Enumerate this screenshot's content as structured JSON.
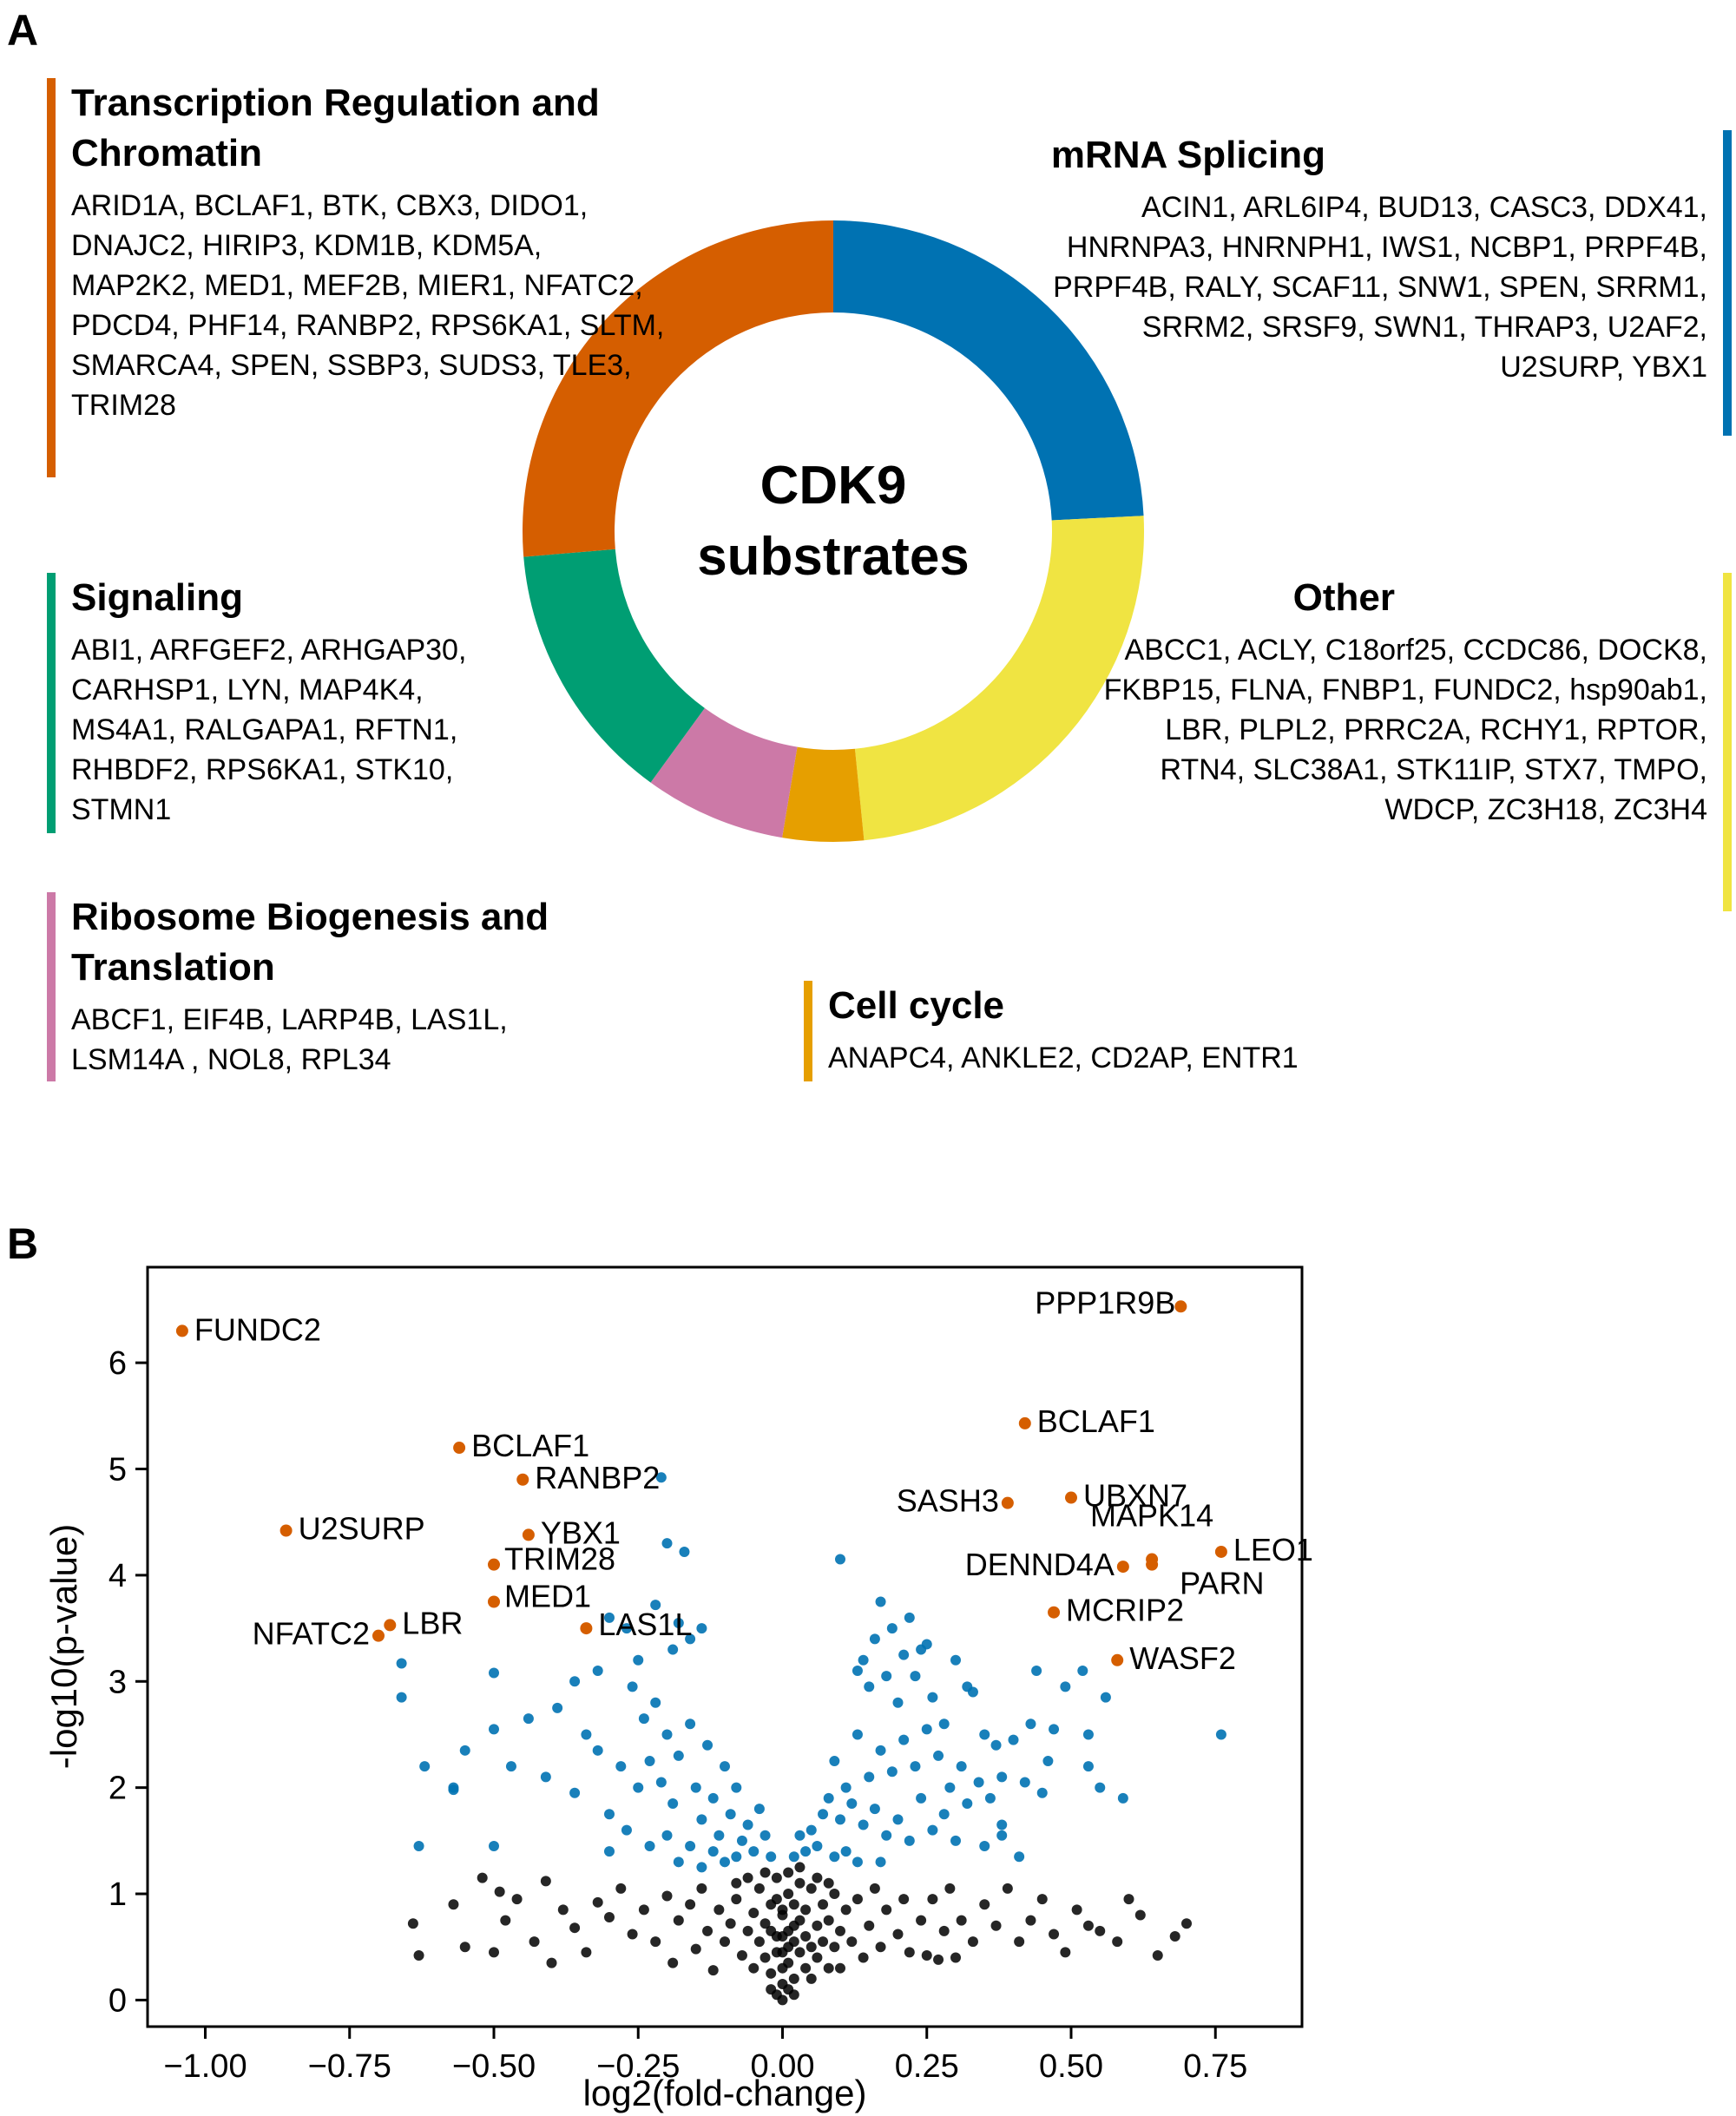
{
  "panel_a": {
    "letter": "A",
    "center_label_line1": "CDK9",
    "center_label_line2": "substrates",
    "categories": [
      {
        "id": "transcription",
        "title": "Transcription Regulation and Chromatin",
        "color": "#D55E00",
        "genes": "ARID1A, BCLAF1, BTK, CBX3, DIDO1, DNAJC2, HIRIP3, KDM1B, KDM5A, MAP2K2, MED1, MEF2B, MIER1, NFATC2, PDCD4, PHF14, RANBP2, RPS6KA1, SLTM, SMARCA4, SPEN, SSBP3, SUDS3, TLE3, TRIM28"
      },
      {
        "id": "splicing",
        "title": "mRNA Splicing",
        "color": "#0072B2",
        "genes": "ACIN1, ARL6IP4, BUD13, CASC3, DDX41, HNRNPA3, HNRNPH1, IWS1, NCBP1, PRPF4B, PRPF4B, RALY, SCAF11, SNW1, SPEN, SRRM1, SRRM2, SRSF9, SWN1, THRAP3, U2AF2, U2SURP, YBX1"
      },
      {
        "id": "signaling",
        "title": "Signaling",
        "color": "#009E73",
        "genes": "ABI1, ARFGEF2, ARHGAP30, CARHSP1, LYN, MAP4K4, MS4A1, RALGAPA1, RFTN1, RHBDF2, RPS6KA1, STK10, STMN1"
      },
      {
        "id": "other",
        "title": "Other",
        "color": "#F0E442",
        "genes": "ABCC1, ACLY, C18orf25, CCDC86, DOCK8, FKBP15, FLNA, FNBP1, FUNDC2, hsp90ab1, LBR, PLPL2, PRRC2A, RCHY1, RPTOR, RTN4, SLC38A1, STK11IP, STX7, TMPO, WDCP, ZC3H18, ZC3H4"
      },
      {
        "id": "ribosome",
        "title": "Ribosome Biogenesis and Translation",
        "color": "#CC79A7",
        "genes": "ABCF1, EIF4B, LARP4B, LAS1L, LSM14A , NOL8, RPL34"
      },
      {
        "id": "cellcycle",
        "title": "Cell cycle",
        "color": "#E69F00",
        "genes": "ANAPC4, ANKLE2, CD2AP, ENTR1"
      }
    ]
  },
  "panel_b": {
    "letter": "B"
  },
  "chart_data": [
    {
      "type": "pie",
      "title": "CDK9 substrates",
      "slices": [
        {
          "label": "mRNA Splicing",
          "value": 23,
          "color": "#0072B2"
        },
        {
          "label": "Other",
          "value": 23,
          "color": "#F0E442"
        },
        {
          "label": "Cell cycle",
          "value": 4,
          "color": "#E69F00"
        },
        {
          "label": "Ribosome Biogenesis and Translation",
          "value": 7,
          "color": "#CC79A7"
        },
        {
          "label": "Signaling",
          "value": 13,
          "color": "#009E73"
        },
        {
          "label": "Transcription Regulation and Chromatin",
          "value": 25,
          "color": "#D55E00"
        }
      ]
    },
    {
      "type": "scatter",
      "xlabel": "log2(fold-change)",
      "ylabel": "-log10(p-value)",
      "xlim": [
        -1.1,
        0.9
      ],
      "ylim": [
        -0.25,
        6.9
      ],
      "xticks": [
        "−1.00",
        "−0.75",
        "−0.50",
        "−0.25",
        "0.00",
        "0.25",
        "0.50",
        "0.75"
      ],
      "xtick_values": [
        -1.0,
        -0.75,
        -0.5,
        -0.25,
        0.0,
        0.25,
        0.5,
        0.75
      ],
      "yticks": [
        "0",
        "1",
        "2",
        "3",
        "4",
        "5",
        "6"
      ],
      "yvalues": [
        0,
        1,
        2,
        3,
        4,
        5,
        6
      ],
      "colors": {
        "labeled": "#D55E00",
        "significant": "#0072B2",
        "ns": "#000000"
      },
      "labeled_points": [
        {
          "label": "FUNDC2",
          "x": -1.04,
          "y": 6.3
        },
        {
          "label": "PPP1R9B",
          "x": 0.69,
          "y": 6.53
        },
        {
          "label": "BCLAF1",
          "x": -0.56,
          "y": 5.2
        },
        {
          "label": "BCLAF1",
          "x": 0.42,
          "y": 5.43
        },
        {
          "label": "RANBP2",
          "x": -0.45,
          "y": 4.9
        },
        {
          "label": "U2SURP",
          "x": -0.86,
          "y": 4.42
        },
        {
          "label": "YBX1",
          "x": -0.44,
          "y": 4.38
        },
        {
          "label": "TRIM28",
          "x": -0.5,
          "y": 4.1
        },
        {
          "label": "MED1",
          "x": -0.5,
          "y": 3.75
        },
        {
          "label": "LAS1L",
          "x": -0.34,
          "y": 3.5
        },
        {
          "label": "NFATC2",
          "x": -0.7,
          "y": 3.43
        },
        {
          "label": "LBR",
          "x": -0.68,
          "y": 3.53
        },
        {
          "label": "SASH3",
          "x": 0.39,
          "y": 4.68
        },
        {
          "label": "UBXN7",
          "x": 0.5,
          "y": 4.73
        },
        {
          "label": "MAPK14",
          "x": 0.64,
          "y": 4.15
        },
        {
          "label": "DENND4A",
          "x": 0.59,
          "y": 4.08
        },
        {
          "label": "PARN",
          "x": 0.64,
          "y": 4.1
        },
        {
          "label": "LEO1",
          "x": 0.76,
          "y": 4.22
        },
        {
          "label": "MCRIP2",
          "x": 0.47,
          "y": 3.65
        },
        {
          "label": "WASF2",
          "x": 0.58,
          "y": 3.2
        }
      ],
      "significant_points": [
        [
          -0.21,
          4.92
        ],
        [
          -0.2,
          4.3
        ],
        [
          -0.17,
          4.22
        ],
        [
          -0.22,
          3.72
        ],
        [
          -0.18,
          3.55
        ],
        [
          -0.14,
          3.5
        ],
        [
          -0.16,
          3.4
        ],
        [
          -0.19,
          3.3
        ],
        [
          -0.25,
          3.2
        ],
        [
          -0.27,
          3.5
        ],
        [
          -0.3,
          3.6
        ],
        [
          -0.32,
          3.1
        ],
        [
          -0.36,
          3.0
        ],
        [
          -0.39,
          2.75
        ],
        [
          -0.41,
          2.1
        ],
        [
          -0.44,
          2.65
        ],
        [
          -0.5,
          3.08
        ],
        [
          -0.5,
          2.55
        ],
        [
          -0.47,
          2.2
        ],
        [
          -0.55,
          2.35
        ],
        [
          -0.57,
          1.98
        ],
        [
          -0.62,
          2.2
        ],
        [
          -0.66,
          2.85
        ],
        [
          -0.66,
          3.17
        ],
        [
          -0.63,
          1.45
        ],
        [
          -0.5,
          1.45
        ],
        [
          -0.57,
          2.0
        ],
        [
          -0.26,
          2.95
        ],
        [
          -0.24,
          2.65
        ],
        [
          -0.22,
          2.8
        ],
        [
          -0.2,
          2.5
        ],
        [
          -0.23,
          2.25
        ],
        [
          -0.25,
          2.0
        ],
        [
          -0.28,
          2.2
        ],
        [
          -0.3,
          1.75
        ],
        [
          -0.27,
          1.6
        ],
        [
          -0.21,
          2.05
        ],
        [
          -0.19,
          1.85
        ],
        [
          -0.18,
          2.3
        ],
        [
          -0.16,
          2.6
        ],
        [
          -0.15,
          2.0
        ],
        [
          -0.14,
          1.7
        ],
        [
          -0.13,
          2.4
        ],
        [
          -0.12,
          1.9
        ],
        [
          -0.11,
          1.55
        ],
        [
          -0.1,
          2.2
        ],
        [
          -0.09,
          1.75
        ],
        [
          -0.08,
          2.0
        ],
        [
          -0.07,
          1.5
        ],
        [
          -0.06,
          1.65
        ],
        [
          -0.05,
          1.4
        ],
        [
          -0.04,
          1.8
        ],
        [
          -0.03,
          1.55
        ],
        [
          -0.02,
          1.35
        ],
        [
          -0.12,
          1.4
        ],
        [
          -0.16,
          1.45
        ],
        [
          -0.2,
          1.55
        ],
        [
          -0.23,
          1.45
        ],
        [
          -0.08,
          1.35
        ],
        [
          -0.1,
          1.3
        ],
        [
          -0.14,
          1.25
        ],
        [
          -0.18,
          1.3
        ],
        [
          -0.3,
          1.4
        ],
        [
          -0.34,
          2.5
        ],
        [
          -0.36,
          1.95
        ],
        [
          -0.32,
          2.35
        ],
        [
          0.1,
          4.15
        ],
        [
          0.17,
          3.75
        ],
        [
          0.19,
          3.5
        ],
        [
          0.22,
          3.6
        ],
        [
          0.24,
          3.3
        ],
        [
          0.16,
          3.4
        ],
        [
          0.14,
          3.2
        ],
        [
          0.15,
          2.95
        ],
        [
          0.13,
          3.1
        ],
        [
          0.18,
          3.05
        ],
        [
          0.2,
          2.8
        ],
        [
          0.21,
          3.25
        ],
        [
          0.23,
          3.05
        ],
        [
          0.25,
          3.35
        ],
        [
          0.26,
          2.85
        ],
        [
          0.28,
          2.6
        ],
        [
          0.3,
          3.2
        ],
        [
          0.32,
          2.95
        ],
        [
          0.33,
          2.9
        ],
        [
          0.35,
          2.5
        ],
        [
          0.37,
          2.4
        ],
        [
          0.38,
          2.1
        ],
        [
          0.34,
          2.05
        ],
        [
          0.31,
          2.2
        ],
        [
          0.29,
          2.0
        ],
        [
          0.27,
          2.3
        ],
        [
          0.25,
          2.55
        ],
        [
          0.23,
          2.2
        ],
        [
          0.21,
          2.45
        ],
        [
          0.19,
          2.15
        ],
        [
          0.17,
          2.35
        ],
        [
          0.15,
          2.1
        ],
        [
          0.13,
          2.5
        ],
        [
          0.11,
          2.0
        ],
        [
          0.09,
          2.25
        ],
        [
          0.08,
          1.9
        ],
        [
          0.1,
          1.7
        ],
        [
          0.12,
          1.85
        ],
        [
          0.14,
          1.65
        ],
        [
          0.16,
          1.8
        ],
        [
          0.18,
          1.55
        ],
        [
          0.2,
          1.7
        ],
        [
          0.22,
          1.5
        ],
        [
          0.24,
          1.9
        ],
        [
          0.26,
          1.6
        ],
        [
          0.28,
          1.75
        ],
        [
          0.3,
          1.5
        ],
        [
          0.32,
          1.85
        ],
        [
          0.35,
          1.45
        ],
        [
          0.38,
          1.65
        ],
        [
          0.05,
          1.6
        ],
        [
          0.06,
          1.45
        ],
        [
          0.07,
          1.75
        ],
        [
          0.04,
          1.4
        ],
        [
          0.03,
          1.55
        ],
        [
          0.02,
          1.35
        ],
        [
          0.09,
          1.35
        ],
        [
          0.11,
          1.4
        ],
        [
          0.13,
          1.3
        ],
        [
          0.17,
          1.3
        ],
        [
          0.4,
          2.45
        ],
        [
          0.43,
          2.6
        ],
        [
          0.44,
          3.1
        ],
        [
          0.47,
          2.55
        ],
        [
          0.49,
          2.95
        ],
        [
          0.52,
          3.1
        ],
        [
          0.53,
          2.5
        ],
        [
          0.56,
          2.85
        ],
        [
          0.46,
          2.25
        ],
        [
          0.42,
          2.05
        ],
        [
          0.59,
          1.9
        ],
        [
          0.53,
          2.2
        ],
        [
          0.38,
          1.55
        ],
        [
          0.41,
          1.35
        ],
        [
          0.76,
          2.5
        ],
        [
          0.55,
          2.0
        ],
        [
          0.45,
          1.95
        ],
        [
          0.36,
          1.9
        ]
      ],
      "ns_points": [
        [
          -0.64,
          0.72
        ],
        [
          -0.63,
          0.42
        ],
        [
          -0.52,
          1.15
        ],
        [
          -0.49,
          1.02
        ],
        [
          -0.46,
          0.95
        ],
        [
          -0.43,
          0.55
        ],
        [
          -0.41,
          1.12
        ],
        [
          -0.38,
          0.85
        ],
        [
          -0.36,
          0.68
        ],
        [
          -0.34,
          0.45
        ],
        [
          -0.32,
          0.92
        ],
        [
          -0.3,
          0.78
        ],
        [
          -0.28,
          1.05
        ],
        [
          -0.26,
          0.62
        ],
        [
          -0.24,
          0.85
        ],
        [
          -0.22,
          0.55
        ],
        [
          -0.2,
          0.98
        ],
        [
          -0.19,
          0.35
        ],
        [
          -0.18,
          0.75
        ],
        [
          -0.16,
          0.9
        ],
        [
          -0.15,
          0.48
        ],
        [
          -0.14,
          1.05
        ],
        [
          -0.13,
          0.65
        ],
        [
          -0.12,
          0.28
        ],
        [
          -0.11,
          0.85
        ],
        [
          -0.1,
          0.55
        ],
        [
          -0.09,
          0.72
        ],
        [
          -0.08,
          0.95
        ],
        [
          -0.07,
          0.42
        ],
        [
          -0.06,
          0.65
        ],
        [
          -0.05,
          0.82
        ],
        [
          -0.05,
          0.3
        ],
        [
          -0.04,
          0.55
        ],
        [
          -0.04,
          1.05
        ],
        [
          -0.03,
          0.72
        ],
        [
          -0.03,
          0.4
        ],
        [
          -0.02,
          0.9
        ],
        [
          -0.02,
          0.25
        ],
        [
          -0.01,
          0.6
        ],
        [
          -0.01,
          1.15
        ],
        [
          0.0,
          0.45
        ],
        [
          0.0,
          0.8
        ],
        [
          0.0,
          0.15
        ],
        [
          0.01,
          0.65
        ],
        [
          0.01,
          1.0
        ],
        [
          0.01,
          0.35
        ],
        [
          0.02,
          0.55
        ],
        [
          0.02,
          0.9
        ],
        [
          0.02,
          0.2
        ],
        [
          0.03,
          0.75
        ],
        [
          0.03,
          0.45
        ],
        [
          0.03,
          1.1
        ],
        [
          0.04,
          0.6
        ],
        [
          0.04,
          0.3
        ],
        [
          0.04,
          0.85
        ],
        [
          0.05,
          0.5
        ],
        [
          0.05,
          1.05
        ],
        [
          0.05,
          0.2
        ],
        [
          0.06,
          0.7
        ],
        [
          0.06,
          0.4
        ],
        [
          0.07,
          0.9
        ],
        [
          0.07,
          0.55
        ],
        [
          0.08,
          0.3
        ],
        [
          0.08,
          0.75
        ],
        [
          0.09,
          1.0
        ],
        [
          0.09,
          0.5
        ],
        [
          0.1,
          0.65
        ],
        [
          0.1,
          0.3
        ],
        [
          0.11,
          0.85
        ],
        [
          0.12,
          0.55
        ],
        [
          0.13,
          0.95
        ],
        [
          0.14,
          0.4
        ],
        [
          0.15,
          0.7
        ],
        [
          0.16,
          1.05
        ],
        [
          0.17,
          0.5
        ],
        [
          0.18,
          0.85
        ],
        [
          0.2,
          0.62
        ],
        [
          0.21,
          0.95
        ],
        [
          0.22,
          0.45
        ],
        [
          0.24,
          0.75
        ],
        [
          0.25,
          0.42
        ],
        [
          0.26,
          0.95
        ],
        [
          0.27,
          0.38
        ],
        [
          0.28,
          0.65
        ],
        [
          0.29,
          1.05
        ],
        [
          0.3,
          0.4
        ],
        [
          0.31,
          0.75
        ],
        [
          0.33,
          0.55
        ],
        [
          0.35,
          0.9
        ],
        [
          0.37,
          0.7
        ],
        [
          0.39,
          1.05
        ],
        [
          0.41,
          0.55
        ],
        [
          0.43,
          0.75
        ],
        [
          0.45,
          0.95
        ],
        [
          0.47,
          0.62
        ],
        [
          0.49,
          0.45
        ],
        [
          0.51,
          0.85
        ],
        [
          0.53,
          0.7
        ],
        [
          0.55,
          0.65
        ],
        [
          0.6,
          0.95
        ],
        [
          0.65,
          0.42
        ],
        [
          0.7,
          0.72
        ],
        [
          -0.57,
          0.9
        ],
        [
          -0.55,
          0.5
        ],
        [
          -0.48,
          0.75
        ],
        [
          -0.4,
          0.35
        ],
        [
          -0.5,
          0.45
        ],
        [
          0.58,
          0.55
        ],
        [
          0.62,
          0.8
        ],
        [
          0.68,
          0.6
        ],
        [
          -0.01,
          0.05
        ],
        [
          0.0,
          0.0
        ],
        [
          0.01,
          0.1
        ],
        [
          -0.02,
          0.1
        ],
        [
          0.02,
          0.05
        ],
        [
          0.0,
          0.3
        ],
        [
          -0.01,
          0.45
        ],
        [
          0.01,
          0.5
        ],
        [
          0.0,
          0.6
        ],
        [
          -0.02,
          0.65
        ],
        [
          0.02,
          0.7
        ],
        [
          0.0,
          0.85
        ],
        [
          -0.01,
          0.95
        ],
        [
          0.01,
          1.2
        ],
        [
          -0.03,
          1.2
        ],
        [
          0.03,
          1.25
        ],
        [
          -0.06,
          1.15
        ],
        [
          0.06,
          1.15
        ],
        [
          -0.08,
          1.1
        ],
        [
          0.08,
          1.1
        ]
      ]
    }
  ]
}
